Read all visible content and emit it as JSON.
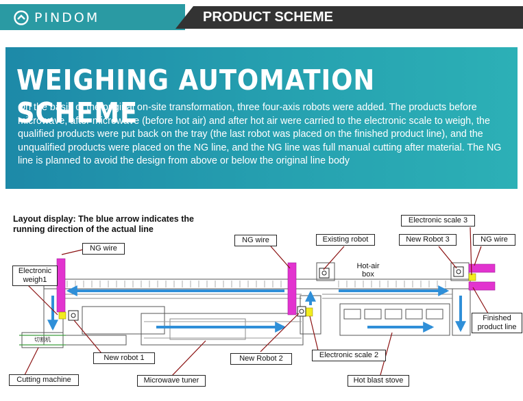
{
  "header": {
    "brand": "PINDOM",
    "section_title": "PRODUCT SCHEME"
  },
  "intro": {
    "heading": "WEIGHING AUTOMATION SCHEME",
    "body": "On the basis of the original on-site transformation, three four-axis robots were added. The products before microwave, after microwave (before hot air) and after hot air were carried to the electronic scale to weigh, the qualified products were put back on the tray (the last robot was placed on the finished product line), and the unqualified products were placed on the NG line, and the NG line was full manual cutting after material. The NG line is planned to avoid the design from above or below the original line body"
  },
  "layout": {
    "title": "Layout display: The blue arrow indicates the running direction of the actual line",
    "labels": {
      "ng_wire_1": "NG wire",
      "ng_wire_2": "NG wire",
      "ng_wire_3": "NG wire",
      "electronic_weigh1": "Electronic weigh1",
      "existing_robot": "Existing robot",
      "hot_air_box": "Hot-air box",
      "new_robot_3": "New Robot 3",
      "electronic_scale_3": "Electronic scale 3",
      "finished_line": "Finished product line",
      "new_robot_1": "New robot 1",
      "new_robot_2": "New Robot 2",
      "electronic_scale_2": "Electronic scale 2",
      "cutting_machine": "Cutting machine",
      "microwave_tuner": "Microwave tuner",
      "hot_blast_stove": "Hot blast stove",
      "machine_caption": "切割机"
    },
    "colors": {
      "arrow": "#2f8fd8",
      "ng_line": "#e233cf",
      "scale": "#f2ec1e",
      "leader": "#8a1010",
      "frame": "#555555"
    }
  }
}
